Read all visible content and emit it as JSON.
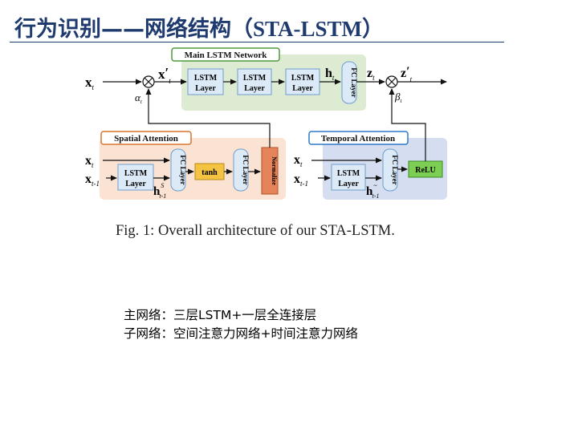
{
  "slide": {
    "title_cn": "行为识别——网络结构（",
    "title_model": "STA-LSTM",
    "title_close": "）",
    "caption": "Fig. 1: Overall architecture of our STA-LSTM.",
    "notes": [
      "主网络：三层LSTM+一层全连接层",
      "子网络：空间注意力网络+时间注意力网络"
    ]
  },
  "diagram": {
    "main_panel_label": "Main LSTM Network",
    "spatial_panel_label": "Spatial Attention",
    "temporal_panel_label": "Temporal Attention",
    "lstm_line1": "LSTM",
    "lstm_line2": "Layer",
    "fc_label": "FC Layer",
    "tanh_label": "tanh",
    "normalize_label": "Normalize",
    "relu_label": "ReLU",
    "sym_x": "x",
    "sym_t": "t",
    "sym_tm1": "t-1",
    "sym_prime": "′",
    "sym_h": "h",
    "sym_z": "z",
    "sym_alpha": "α",
    "sym_beta": "β",
    "sym_s": "S",
    "sym_tilde": "~",
    "colors": {
      "main_panel": "#dcebd2",
      "spatial_panel": "#fbe3d3",
      "temporal_panel": "#d5ddf0",
      "lstm_box": "#dceaf7",
      "tanh_box": "#f5c342",
      "normalize_box": "#e5835a",
      "relu_box": "#7ccf52",
      "title": "#1f3a6e"
    }
  }
}
